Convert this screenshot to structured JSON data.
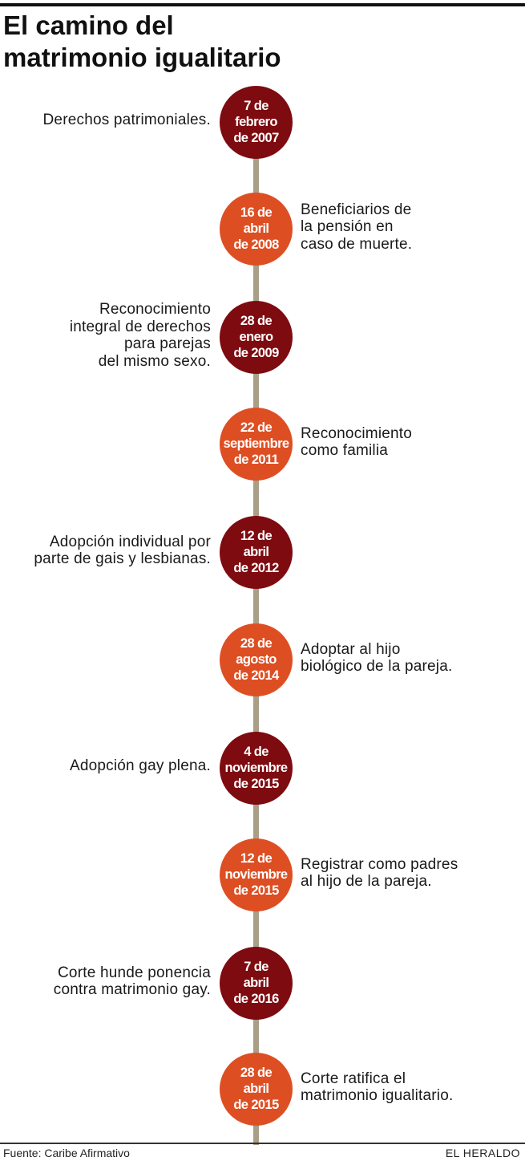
{
  "title": {
    "line1": "El camino del",
    "line2": "matrimonio igualitario"
  },
  "colors": {
    "dark": "#7d0b10",
    "orange": "#dd4f23",
    "spine": "#a99f87"
  },
  "events": [
    {
      "date": [
        "7 de",
        "febrero",
        "de 2007"
      ],
      "text": [
        "Derechos patrimoniales."
      ],
      "side": "left",
      "tone": "dark"
    },
    {
      "date": [
        "16 de",
        "abril",
        "de 2008"
      ],
      "text": [
        "Beneficiarios de",
        "la pensión en",
        "caso de muerte."
      ],
      "side": "right",
      "tone": "orange"
    },
    {
      "date": [
        "28 de",
        "enero",
        "de 2009"
      ],
      "text": [
        "Reconocimiento",
        "integral de derechos",
        "para parejas",
        "del mismo sexo."
      ],
      "side": "left",
      "tone": "dark"
    },
    {
      "date": [
        "22 de",
        "septiembre",
        "de 2011"
      ],
      "text": [
        "Reconocimiento",
        "como familia"
      ],
      "side": "right",
      "tone": "orange"
    },
    {
      "date": [
        "12 de",
        "abril",
        "de 2012"
      ],
      "text": [
        "Adopción individual por",
        "parte de gais y lesbianas."
      ],
      "side": "left",
      "tone": "dark"
    },
    {
      "date": [
        "28 de",
        "agosto",
        "de 2014"
      ],
      "text": [
        "Adoptar al hijo",
        "biológico de la pareja."
      ],
      "side": "right",
      "tone": "orange"
    },
    {
      "date": [
        "4 de",
        "noviembre",
        "de 2015"
      ],
      "text": [
        "Adopción gay plena."
      ],
      "side": "left",
      "tone": "dark"
    },
    {
      "date": [
        "12 de",
        "noviembre",
        "de 2015"
      ],
      "text": [
        "Registrar como padres",
        "al hijo de la pareja."
      ],
      "side": "right",
      "tone": "orange"
    },
    {
      "date": [
        "7 de",
        "abril",
        "de 2016"
      ],
      "text": [
        "Corte hunde ponencia",
        "contra matrimonio gay."
      ],
      "side": "left",
      "tone": "dark"
    },
    {
      "date": [
        "28 de",
        "abril",
        "de 2015"
      ],
      "text": [
        "Corte ratifica el",
        "matrimonio igualitario."
      ],
      "side": "right",
      "tone": "orange"
    }
  ],
  "footer": {
    "source": "Fuente: Caribe Afirmativo",
    "credit": "EL HERALDO"
  }
}
